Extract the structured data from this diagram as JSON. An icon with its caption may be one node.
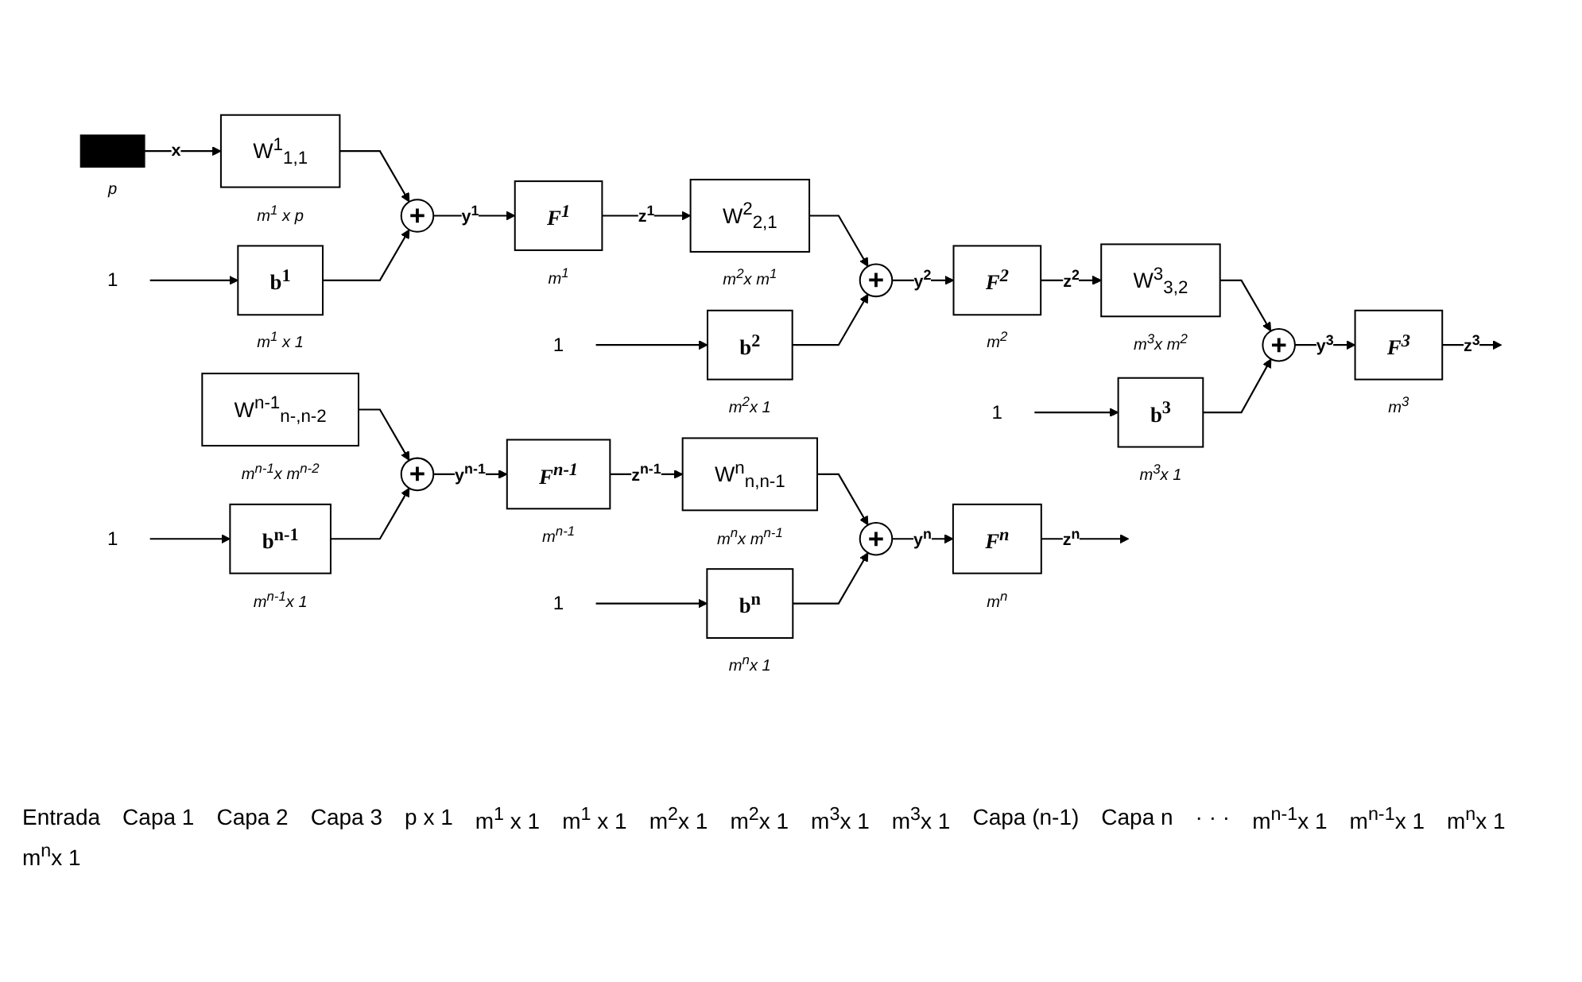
{
  "diagram": {
    "nodes": [
      {
        "text": [],
        "shape": "bar",
        "beside": [
          "p"
        ]
      },
      {
        "text": [
          "W$^{1}$$_{1,1}$"
        ],
        "beside": [
          "m$^{1}$ x p"
        ]
      },
      {
        "text": [
          "1"
        ]
      },
      {
        "text": [
          "b$^{1}$"
        ],
        "beside": [
          "m$^{1}$ x 1"
        ]
      },
      {
        "text": [
          "+"
        ]
      },
      {
        "text": [
          "F$^{1}$"
        ],
        "beside": [
          "m$^{1}$"
        ]
      },
      {
        "text": [
          "W$^{2}$$_{2,1}$"
        ],
        "beside": [
          "m$^{2}$x m$^{1}$"
        ]
      },
      {
        "text": [
          "1"
        ]
      },
      {
        "text": [
          "b$^{2}$"
        ],
        "beside": [
          "m$^{2}$x 1"
        ]
      },
      {
        "text": [
          "+"
        ]
      },
      {
        "text": [
          "F$^{2}$"
        ],
        "beside": [
          "m$^{2}$"
        ]
      },
      {
        "text": [
          "W$^{3}$$_{3,2}$"
        ],
        "beside": [
          "m$^{3}$x m$^{2}$"
        ]
      },
      {
        "text": [
          "1"
        ]
      },
      {
        "text": [
          "b$^{3}$"
        ],
        "beside": [
          "m$^{3}$x 1"
        ]
      },
      {
        "text": [
          "+"
        ]
      },
      {
        "text": [
          "F$^{3}$"
        ],
        "beside": [
          "m$^{3}$"
        ]
      },
      {
        "text": [
          "W$^{n-1}$$_{n-,n-2}$"
        ],
        "beside": [
          "m$^{n-1}$x m$^{n-2}$"
        ]
      },
      {
        "text": [
          "1"
        ]
      },
      {
        "text": [
          "b$^{n-1}$"
        ],
        "beside": [
          "m$^{n-1}$x 1"
        ]
      },
      {
        "text": [
          "+"
        ]
      },
      {
        "text": [
          "F$^{n-1}$"
        ],
        "beside": [
          "m$^{n-1}$"
        ]
      },
      {
        "text": [
          "W$^{n}$$_{n,n-1}$"
        ],
        "beside": [
          "m$^{n}$x m$^{n-1}$"
        ]
      },
      {
        "text": [
          "1"
        ]
      },
      {
        "text": [
          "b$^{n}$"
        ],
        "beside": [
          "m$^{n}$x 1"
        ]
      },
      {
        "text": [
          "+"
        ]
      },
      {
        "text": [
          "F$^{n}$"
        ],
        "beside": [
          "m$^{n}$"
        ]
      }
    ],
    "edges": [
      {
        "from": 0,
        "to": 1,
        "arrow": "to",
        "label": "x"
      },
      {
        "from": 2,
        "to": 3,
        "arrow": "to"
      },
      {
        "from": 1,
        "to": 4,
        "arrow": "to"
      },
      {
        "from": 3,
        "to": 4,
        "arrow": "to"
      },
      {
        "from": 4,
        "to": 5,
        "arrow": "to",
        "label": "y$^{1}$"
      },
      {
        "from": 5,
        "to": 6,
        "arrow": "to",
        "label": "z$^{1}$"
      },
      {
        "from": 7,
        "to": 8,
        "arrow": "to"
      },
      {
        "from": 6,
        "to": 9,
        "arrow": "to"
      },
      {
        "from": 8,
        "to": 9,
        "arrow": "to"
      },
      {
        "from": 9,
        "to": 10,
        "arrow": "to",
        "label": "y$^{2}$"
      },
      {
        "from": 10,
        "to": 11,
        "arrow": "to",
        "label": "z$^{2}$"
      },
      {
        "from": 12,
        "to": 13,
        "arrow": "to"
      },
      {
        "from": 11,
        "to": 14,
        "arrow": "to"
      },
      {
        "from": 13,
        "to": 14,
        "arrow": "to"
      },
      {
        "from": 14,
        "to": 15,
        "arrow": "to",
        "label": "y$^{3}$"
      },
      {
        "from": 15,
        "to": null,
        "arrow": "to",
        "label": "z$^{3}$"
      },
      {
        "from": 17,
        "to": 18,
        "arrow": "to"
      },
      {
        "from": 16,
        "to": 19,
        "arrow": "to"
      },
      {
        "from": 18,
        "to": 19,
        "arrow": "to"
      },
      {
        "from": 19,
        "to": 20,
        "arrow": "to",
        "label": "y$^{n-1}$"
      },
      {
        "from": 20,
        "to": 21,
        "arrow": "to",
        "label": "z$^{n-1}$"
      },
      {
        "from": 22,
        "to": 23,
        "arrow": "to"
      },
      {
        "from": 21,
        "to": 24,
        "arrow": "to"
      },
      {
        "from": 23,
        "to": 24,
        "arrow": "to"
      },
      {
        "from": 24,
        "to": 25,
        "arrow": "to",
        "label": "y$^{n}$"
      },
      {
        "from": 25,
        "to": null,
        "arrow": "to",
        "label": "z$^{n}$"
      }
    ],
    "labels": [
      "Entrada",
      "Capa 1",
      "Capa 2",
      "Capa 3",
      "p x 1",
      "m$^{1}$ x 1",
      "m$^{1}$ x 1",
      "m$^{2}$x 1",
      "m$^{2}$x 1",
      "m$^{3}$x 1",
      "m$^{3}$x 1",
      "Capa (n-1)",
      "Capa n",
      "· · ·",
      "m$^{n-1}$x 1",
      "m$^{n-1}$x 1",
      "m$^{n}$x 1",
      "m$^{n}$x 1"
    ]
  }
}
